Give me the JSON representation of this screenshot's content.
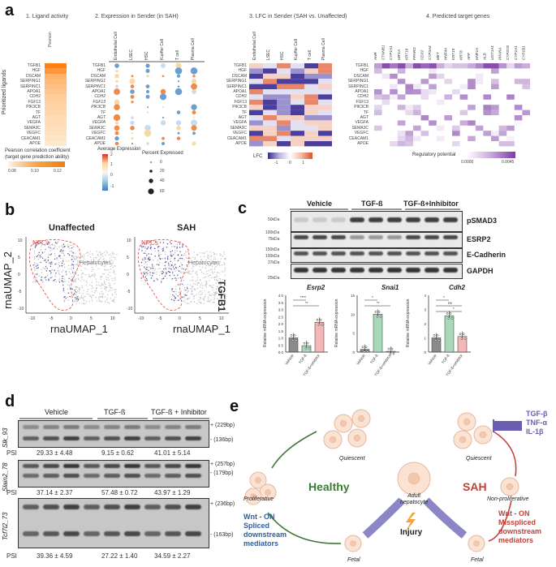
{
  "panel_a": {
    "letter": "a",
    "titles": [
      "1. Ligand activity",
      "2. Expression in Sender (in SAH)",
      "3. LFC in Sender (SAH vs. Unaffected)",
      "4. Predicted target genes"
    ],
    "y_title": "Prioritized ligands",
    "pearson_col": "Pearson",
    "ligands": [
      "TGFB1",
      "HGF",
      "DSCAM",
      "SERPING1",
      "SERPINC1",
      "APOA1",
      "CDH2",
      "FGF13",
      "PIK3CB",
      "TF",
      "AGT",
      "VEGFA",
      "SEMA3C",
      "VEGFC",
      "CEACAM1",
      "APOE"
    ],
    "cell_types": [
      "Endothelial Cell",
      "LSEC",
      "HSC",
      "Kupffer Cell",
      "T cell",
      "Plasma Cell"
    ],
    "target_genes": [
      "AHR",
      "CTNNB1",
      "CYP1A1",
      "HIF1A",
      "KRT18",
      "PPARG",
      "CDX2",
      "CYP3A4",
      "MET",
      "HNF4A",
      "KRT19",
      "KRT8",
      "AFP",
      "HNF1A",
      "ALB",
      "UGT1A1",
      "PPARA",
      "CYP2C8",
      "CYP1A1",
      "CYP1B1"
    ],
    "legend_pearson_title": "Pearson correlation coefficient\n(target gene prediction ability)",
    "legend_pearson_ticks": [
      "0.08",
      "0.10",
      "0.12"
    ],
    "legend_avgexp_title": "Average Expression",
    "legend_avgexp_ticks": [
      "2",
      "1",
      "0",
      "-1"
    ],
    "legend_pct_title": "Percent Expressed",
    "legend_pct_ticks": [
      "0",
      "20",
      "40",
      "60"
    ],
    "legend_lfc_title": "LFC",
    "legend_lfc_ticks": [
      "-1",
      "0",
      "1"
    ],
    "legend_reg_title": "Regulatory potential",
    "legend_reg_ticks": [
      "0.0000",
      "0.0045"
    ]
  },
  "panel_b": {
    "letter": "b",
    "titles": [
      "Unaffected",
      "SAH"
    ],
    "npcs": "NPCs",
    "hepatocytes": "Hepatocytes",
    "xlabel": "rnaUMAP_1",
    "ylabel": "rnaUMAP_2",
    "gene": "TGFB1",
    "xticks": [
      "-10",
      "-5",
      "0",
      "5",
      "10"
    ],
    "yticks": [
      "10",
      "5",
      "0",
      "-5",
      "-10"
    ]
  },
  "panel_c": {
    "letter": "c",
    "groups": [
      "Vehicle",
      "TGF-ß",
      "TGF-ß+Inhibitor"
    ],
    "proteins": [
      "pSMAD3",
      "ESRP2",
      "E-Cadherin",
      "GAPDH"
    ],
    "mw_markers": [
      "50kDa",
      "100kDa",
      "75kDa",
      "150kDa",
      "100kDa",
      "37kDa",
      "25kDa"
    ],
    "chart_data": [
      {
        "type": "bar",
        "title": "Esrp2",
        "ylabel": "Relative mRNA expression",
        "categories": [
          "Vehicle",
          "TGF-ß",
          "TGF-ß+Inhibitor"
        ],
        "values": [
          1.0,
          0.45,
          2.1
        ],
        "ylim": [
          0,
          4
        ],
        "yticks": [
          "0.0",
          "0.5",
          "1.0",
          "1.5",
          "2.0",
          "2.5",
          "3.0",
          "3.5",
          "4.0"
        ],
        "sig": [
          "****",
          "**"
        ]
      },
      {
        "type": "bar",
        "title": "Snai1",
        "ylabel": "Relative mRNA expression",
        "categories": [
          "Vehicle",
          "TGF-ß",
          "TGF-ß+Inhibitor"
        ],
        "values": [
          0.7,
          10.0,
          0.2
        ],
        "ylim": [
          0,
          15
        ],
        "yticks": [
          "0",
          "5",
          "10",
          "15"
        ],
        "sig": [
          "*",
          "**"
        ]
      },
      {
        "type": "bar",
        "title": "Cdh2",
        "ylabel": "Relative mRNA expression",
        "categories": [
          "Vehicle",
          "TGF-ß",
          "TGF-ß+Inhibitor"
        ],
        "values": [
          1.0,
          2.55,
          1.1
        ],
        "ylim": [
          0,
          4
        ],
        "yticks": [
          "0",
          "1",
          "2",
          "3",
          "4"
        ],
        "sig": [
          "*",
          "ns",
          "*"
        ]
      }
    ],
    "bar_colors": [
      "#8a8a8a",
      "#a8d8b9",
      "#f4b6b6"
    ]
  },
  "panel_d": {
    "letter": "d",
    "groups": [
      "Vehicle",
      "TGF-ß",
      "TGF-ß + Inhibitor"
    ],
    "genes": [
      "Slk_93",
      "Slain2_78",
      "Tcf7l2_73"
    ],
    "bands": [
      [
        "+ (229bp)",
        "- (136bp)"
      ],
      [
        "+ (257bp)",
        "- (179bp)"
      ],
      [
        "+ (236bp)",
        "- (163bp)"
      ]
    ],
    "psi_label": "PSI",
    "psi": [
      [
        "29.33 ± 4.48",
        "9.15 ± 0.62",
        "41.01 ± 5.14"
      ],
      [
        "37.14 ± 2.37",
        "57.48 ± 0.72",
        "43.97 ± 1.29"
      ],
      [
        "39.36 ± 4.59",
        "27.22 ± 1.40",
        "34.59 ± 2.27"
      ]
    ]
  },
  "panel_e": {
    "letter": "e",
    "healthy": "Healthy",
    "sah": "SAH",
    "quiescent_left": "Quiescent",
    "quiescent_right": "Quiescent",
    "proliferative": "Proliferative",
    "non_proliferative": "Non-proliferative",
    "adult": "Adult\nhepatocyte",
    "fetal_left": "Fetal",
    "fetal_right": "Fetal",
    "injury": "Injury",
    "wnt_left": "Wnt - ON\nSpliced\ndownstream\nmediators",
    "wnt_right": "Wnt - ON\nMisspliced\ndownstream\nmediators",
    "cytokines": "TGF-β\nTNF-α\nIL-1β",
    "colors": {
      "healthy": "#3c7a35",
      "sah": "#c2413a",
      "cytokine": "#6d5db0",
      "spliced": "#2f5e9e",
      "arrow": "#8b86c6"
    }
  }
}
